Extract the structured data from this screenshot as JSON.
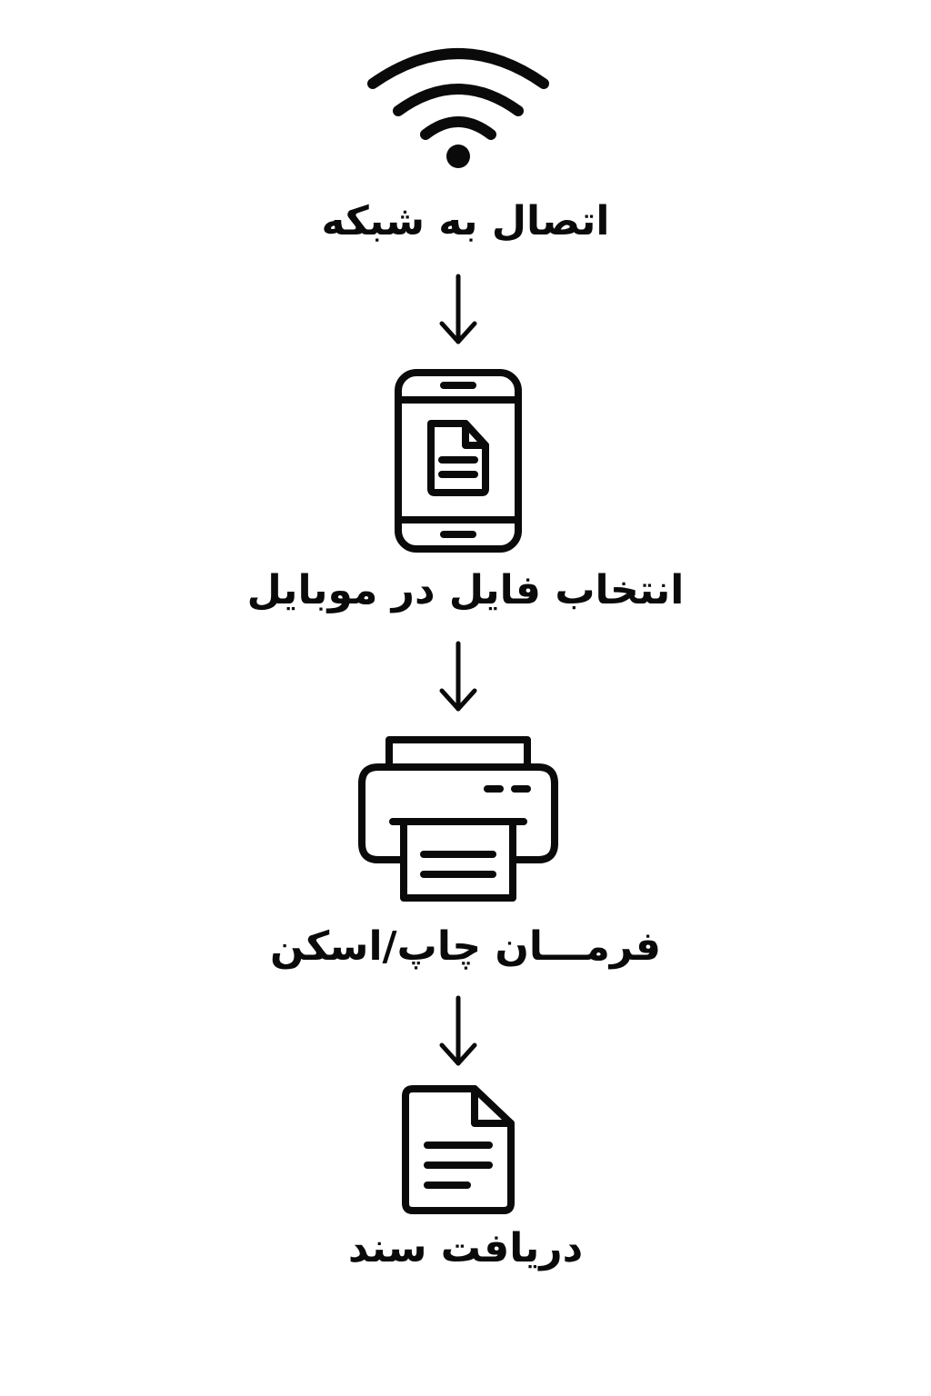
{
  "steps": [
    {
      "icon": "wifi-icon",
      "label": "اتصال به شبکه"
    },
    {
      "icon": "smartphone-document-icon",
      "label": "انتخاب فایل در موبایل"
    },
    {
      "icon": "printer-icon",
      "label": "فرمـــان چاپ/اسکن"
    },
    {
      "icon": "document-icon",
      "label": "دریافت سند"
    }
  ],
  "colors": {
    "background": "#ffffff",
    "ink": "#0a0a0a"
  }
}
